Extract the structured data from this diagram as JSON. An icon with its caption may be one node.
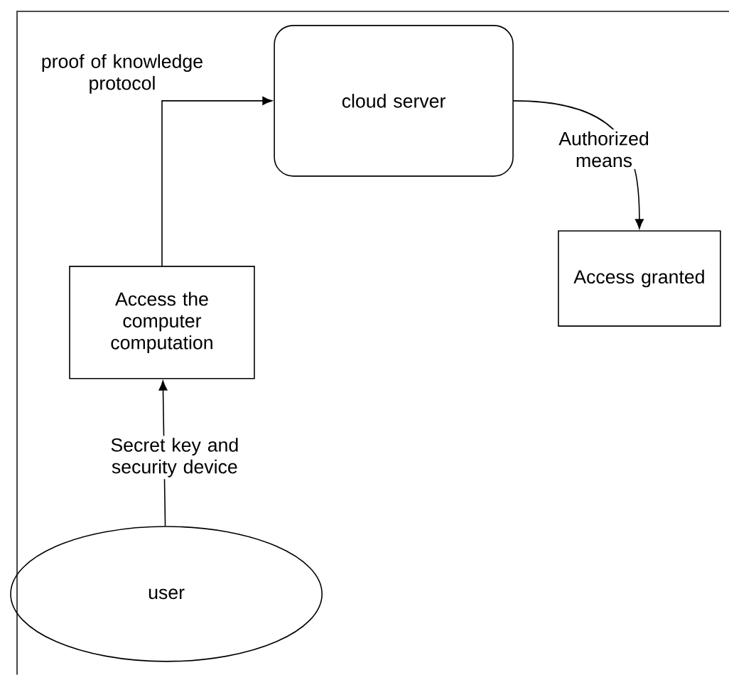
{
  "diagram": {
    "nodes": [
      {
        "text": [
          "cloud server"
        ]
      },
      {
        "text": [
          "Access granted"
        ]
      },
      {
        "text": [
          "Access the computer computation"
        ]
      },
      {
        "text": [
          "user"
        ]
      }
    ],
    "edges": [
      {
        "from": 3,
        "to": 2,
        "arrow": "to",
        "label": "Secret key and security device"
      },
      {
        "from": 2,
        "to": 0,
        "arrow": "to",
        "label": "proof of knowledge protocol"
      },
      {
        "from": 0,
        "to": 1,
        "arrow": "to",
        "label": "Authorized means"
      }
    ]
  }
}
